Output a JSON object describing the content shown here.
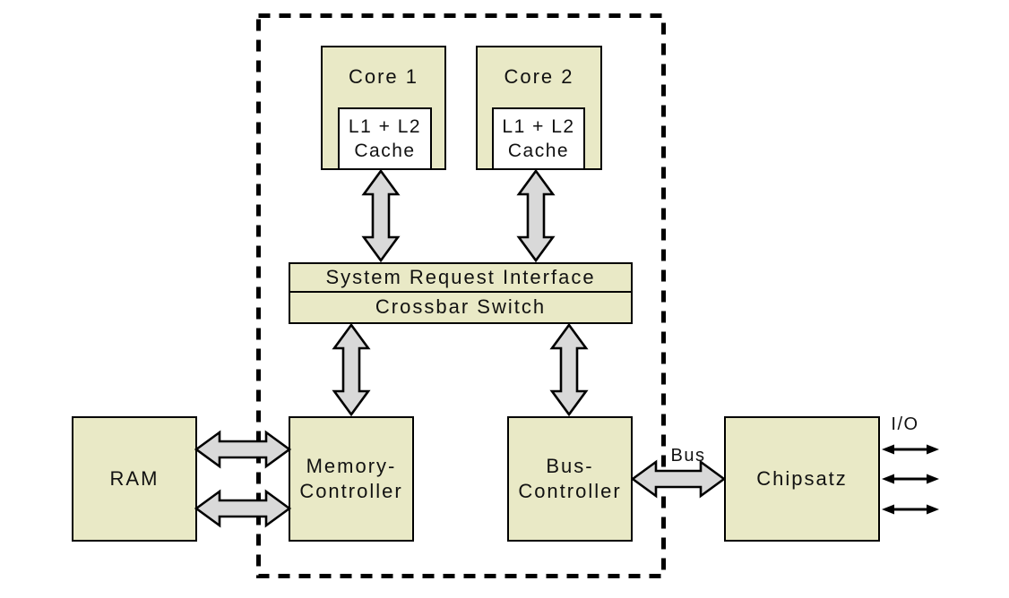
{
  "diagram": {
    "cpu": {
      "cores": [
        {
          "label": "Core 1",
          "cache_lines": [
            "L1 + L2",
            "Cache"
          ]
        },
        {
          "label": "Core 2",
          "cache_lines": [
            "L1 + L2",
            "Cache"
          ]
        }
      ],
      "system_request_interface": "System Request Interface",
      "crossbar_switch": "Crossbar Switch",
      "memory_controller_lines": [
        "Memory-",
        "Controller"
      ],
      "bus_controller_lines": [
        "Bus-",
        "Controller"
      ]
    },
    "external": {
      "ram": "RAM",
      "chipset": "Chipsatz"
    },
    "labels": {
      "bus": "Bus",
      "io": "I/O"
    },
    "colors": {
      "node_fill": "#e9e9c6",
      "cache_fill": "#ffffff",
      "arrow_fill": "#d9d9d9",
      "line": "#000000",
      "background": "#ffffff"
    },
    "connections": [
      {
        "from": "Core 1 (L1 + L2 Cache)",
        "to": "System Request Interface",
        "type": "wide-double-arrow"
      },
      {
        "from": "Core 2 (L1 + L2 Cache)",
        "to": "System Request Interface",
        "type": "wide-double-arrow"
      },
      {
        "from": "Crossbar Switch",
        "to": "Memory-Controller",
        "type": "wide-double-arrow"
      },
      {
        "from": "Crossbar Switch",
        "to": "Bus-Controller",
        "type": "wide-double-arrow"
      },
      {
        "from": "RAM",
        "to": "Memory-Controller",
        "type": "wide-double-arrow",
        "count": 2
      },
      {
        "from": "Bus-Controller",
        "to": "Chipsatz",
        "type": "wide-double-arrow",
        "label": "Bus"
      },
      {
        "from": "Chipsatz",
        "to": "I/O",
        "type": "thin-double-arrow",
        "count": 3
      }
    ]
  }
}
